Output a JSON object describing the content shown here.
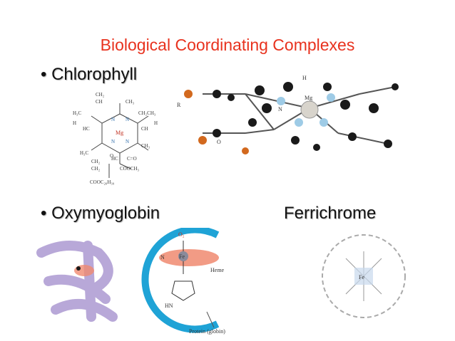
{
  "slide": {
    "title": "Biological Coordinating Complexes",
    "bullets": {
      "chlorophyll": "• Chlorophyll",
      "oxymyoglobin": "• Oxymyoglobin",
      "ferrichrome": "Ferrichrome"
    }
  },
  "chlorophyll_structure": {
    "metal_label": "Mg",
    "labels": [
      "CH₂",
      "CH",
      "CH₃",
      "H₃C",
      "CH₂CH₃",
      "HC",
      "CH",
      "H₃C",
      "CH₃",
      "CH₂",
      "CH₂",
      "HC",
      "C=O",
      "COOCH₃",
      "COOC₂₀H₃₉",
      "N",
      "N",
      "N",
      "N",
      "O",
      "H",
      "H"
    ]
  },
  "ball_stick_model": {
    "metal_label": "Mg",
    "n_label": "N",
    "r_label": "R",
    "h_label": "H",
    "o_label": "O"
  },
  "myoglobin_diagram": {
    "o2_label": "O₂",
    "fe_label": "Fe",
    "n_label": "N",
    "hn_label": "HN",
    "heme_label": "Heme",
    "protein_label": "Protein (globin)"
  },
  "ferrichrome_diagram": {
    "metal_label": "Fe"
  },
  "colors": {
    "title": "#e8321e",
    "carbon": "#1a1a1a",
    "nitrogen": "#9ecbe6",
    "oxygen": "#d2691e",
    "magnesium": "#d8d4cc",
    "protein_ring": "#1fa3d6",
    "heme_disk": "#f08a70"
  }
}
